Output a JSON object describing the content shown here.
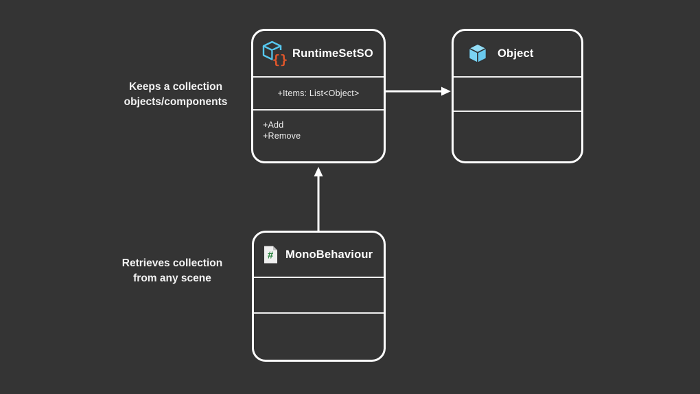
{
  "colors": {
    "canvas_bg": "#343434",
    "box_stroke": "#ffffff",
    "cube_blue": "#7BD3F2",
    "so_cube_outline_blue": "#56C7EE",
    "braces_orange": "#E2572B",
    "script_green": "#2B8440",
    "text_white": "#ffffff"
  },
  "notes": {
    "keeps": {
      "line1": "Keeps a collection",
      "line2": "objects/components"
    },
    "retrieves": {
      "line1": "Retrieves collection",
      "line2": "from any scene"
    }
  },
  "classes": {
    "runtime_set_so": {
      "title": "RuntimeSetSO",
      "icon": "scriptable-object-icon",
      "attribute": "+Items: List<Object>",
      "method_add": "+Add",
      "method_remove": "+Remove"
    },
    "object": {
      "title": "Object",
      "icon": "object-cube-icon"
    },
    "mono_behaviour": {
      "title": "MonoBehaviour",
      "icon": "csharp-script-icon"
    }
  },
  "icons": {
    "braces_glyph": "{}",
    "hash_glyph": "#"
  },
  "relations": {
    "runtime_to_object": {
      "from": "RuntimeSetSO",
      "to": "Object",
      "style": "arrow-right"
    },
    "mono_to_runtime": {
      "from": "MonoBehaviour",
      "to": "RuntimeSetSO",
      "style": "arrow-up"
    }
  }
}
